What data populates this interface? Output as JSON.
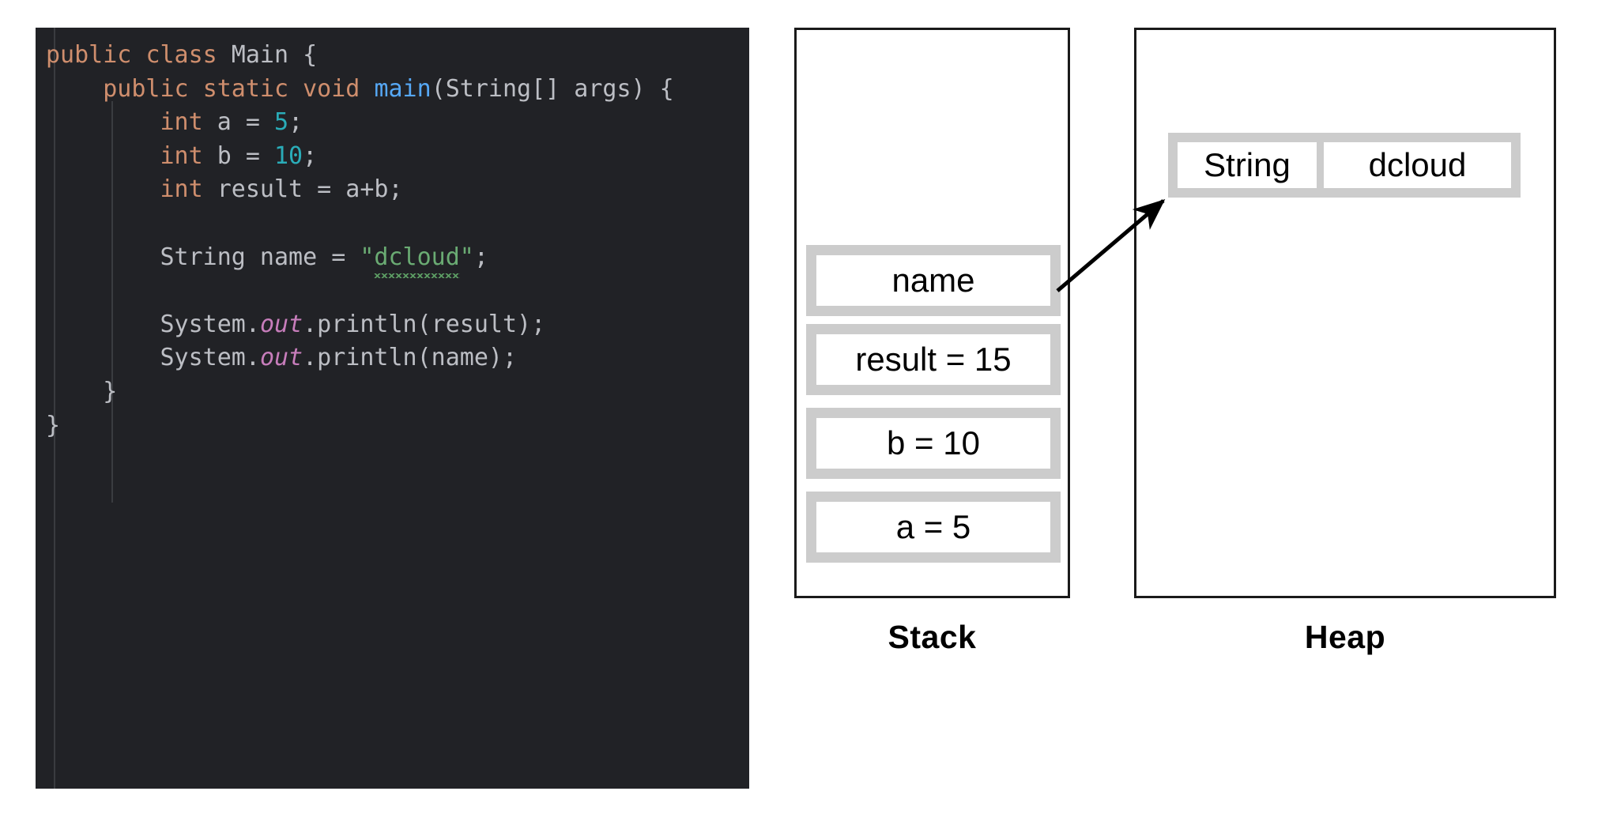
{
  "editor": {
    "language": "java",
    "background": "#212226",
    "code_lines": [
      {
        "id": "line-1",
        "tokens": [
          {
            "t": "public",
            "c": "kw"
          },
          {
            "t": " ",
            "c": "pun"
          },
          {
            "t": "class",
            "c": "kw"
          },
          {
            "t": " Main {",
            "c": "pun"
          }
        ]
      },
      {
        "id": "line-2",
        "tokens": [
          {
            "t": "    ",
            "c": "pun"
          },
          {
            "t": "public",
            "c": "kw"
          },
          {
            "t": " ",
            "c": "pun"
          },
          {
            "t": "static",
            "c": "kw"
          },
          {
            "t": " ",
            "c": "pun"
          },
          {
            "t": "void",
            "c": "kw"
          },
          {
            "t": " ",
            "c": "pun"
          },
          {
            "t": "main",
            "c": "fn"
          },
          {
            "t": "(String[] args) {",
            "c": "pun"
          }
        ]
      },
      {
        "id": "line-3",
        "tokens": [
          {
            "t": "        ",
            "c": "pun"
          },
          {
            "t": "int",
            "c": "kw"
          },
          {
            "t": " a = ",
            "c": "pun"
          },
          {
            "t": "5",
            "c": "num"
          },
          {
            "t": ";",
            "c": "pun"
          }
        ]
      },
      {
        "id": "line-4",
        "tokens": [
          {
            "t": "        ",
            "c": "pun"
          },
          {
            "t": "int",
            "c": "kw"
          },
          {
            "t": " b = ",
            "c": "pun"
          },
          {
            "t": "10",
            "c": "num"
          },
          {
            "t": ";",
            "c": "pun"
          }
        ]
      },
      {
        "id": "line-5",
        "tokens": [
          {
            "t": "        ",
            "c": "pun"
          },
          {
            "t": "int",
            "c": "kw"
          },
          {
            "t": " result = a+b;",
            "c": "pun"
          }
        ]
      },
      {
        "id": "line-6",
        "tokens": []
      },
      {
        "id": "line-7",
        "tokens": [
          {
            "t": "        String name = ",
            "c": "pun"
          },
          {
            "t": "\"",
            "c": "str"
          },
          {
            "t": "dcloud",
            "c": "str",
            "squiggle": true
          },
          {
            "t": "\"",
            "c": "str"
          },
          {
            "t": ";",
            "c": "pun"
          }
        ]
      },
      {
        "id": "line-8",
        "tokens": []
      },
      {
        "id": "line-9",
        "tokens": [
          {
            "t": "        System.",
            "c": "pun"
          },
          {
            "t": "out",
            "c": "fld"
          },
          {
            "t": ".println(result);",
            "c": "pun"
          }
        ]
      },
      {
        "id": "line-10",
        "tokens": [
          {
            "t": "        System.",
            "c": "pun"
          },
          {
            "t": "out",
            "c": "fld"
          },
          {
            "t": ".println(name);",
            "c": "pun"
          }
        ]
      },
      {
        "id": "line-11",
        "tokens": [
          {
            "t": "    }",
            "c": "pun"
          }
        ]
      },
      {
        "id": "line-12",
        "tokens": [
          {
            "t": "}",
            "c": "pun"
          }
        ]
      }
    ],
    "plain_text": "public class Main {\n    public static void main(String[] args) {\n        int a = 5;\n        int b = 10;\n        int result = a+b;\n\n        String name = \"dcloud\";\n\n        System.out.println(result);\n        System.out.println(name);\n    }\n}",
    "syntax_colors": {
      "keyword": "#cf8e6d",
      "identifier": "#bcbec4",
      "method": "#56a8f5",
      "number": "#2aacb8",
      "string": "#6aab73",
      "static_field": "#c77dbb",
      "spellcheck_squiggle": "#5c9c63"
    }
  },
  "diagram": {
    "box_border_color": "#cccccc",
    "panel_border_color": "#1a1a1a",
    "stack": {
      "caption": "Stack",
      "slots": [
        {
          "id": "slot-name",
          "label": "name"
        },
        {
          "id": "slot-result",
          "label": "result = 15"
        },
        {
          "id": "slot-b",
          "label": "b = 10"
        },
        {
          "id": "slot-a",
          "label": "a = 5"
        }
      ]
    },
    "heap": {
      "caption": "Heap",
      "object": {
        "type_label": "String",
        "value_label": "dcloud"
      }
    },
    "arrow": {
      "name": "reference-arrow",
      "from": "slot-name",
      "to": "heap-object"
    }
  }
}
